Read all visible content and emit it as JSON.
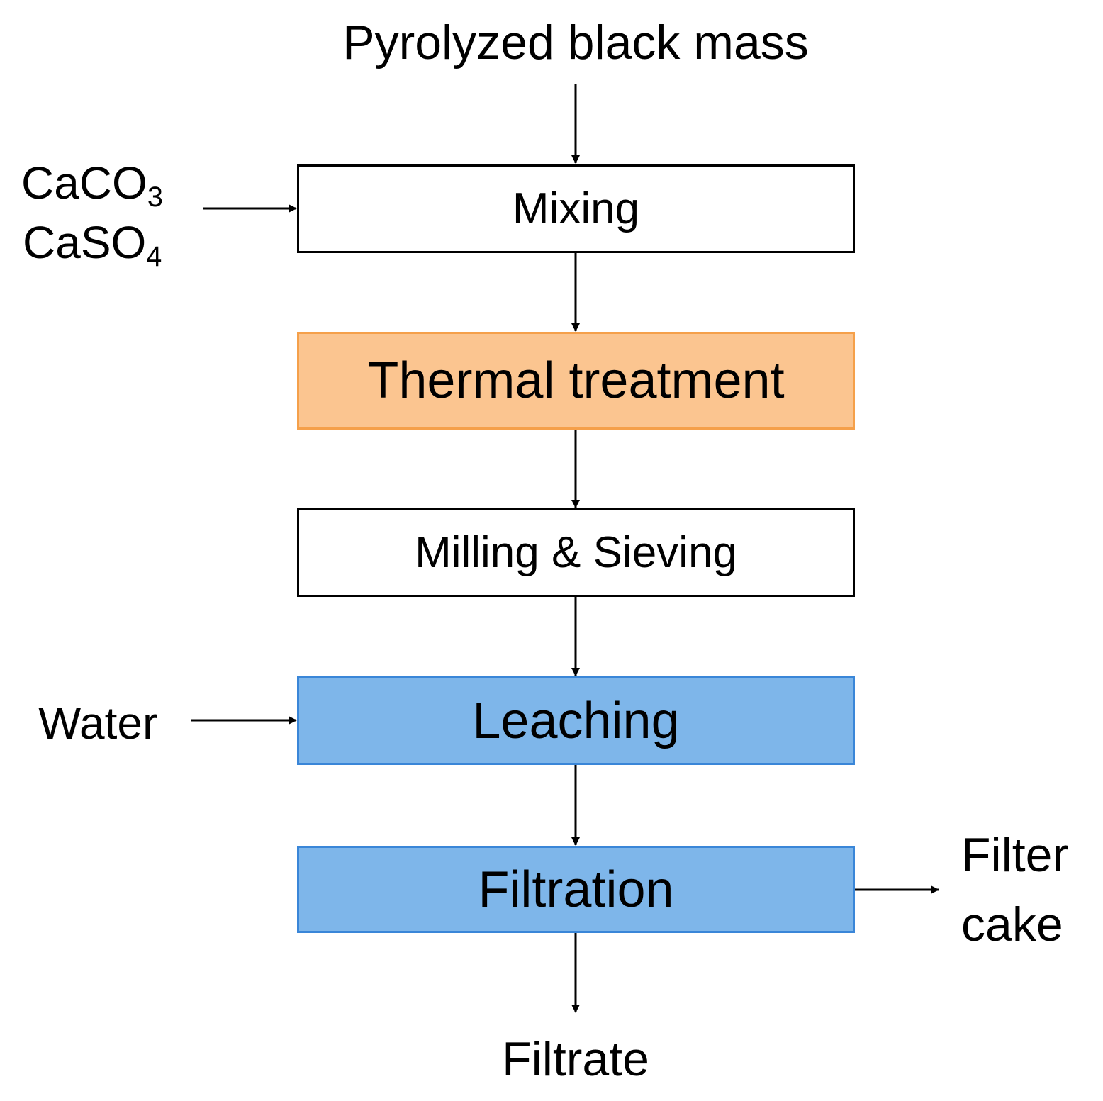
{
  "inputs": {
    "top": "Pyrolyzed black mass",
    "additive_1": {
      "base": "CaCO",
      "sub": "3"
    },
    "additive_2": {
      "base": "CaSO",
      "sub": "4"
    },
    "water": "Water"
  },
  "steps": [
    {
      "label": "Mixing",
      "fill": "#ffffff",
      "border": "#000000"
    },
    {
      "label": "Thermal treatment",
      "fill": "#fbc590",
      "border": "#f5a04a"
    },
    {
      "label": "Milling & Sieving",
      "fill": "#ffffff",
      "border": "#000000"
    },
    {
      "label": "Leaching",
      "fill": "#7eb6ea",
      "border": "#3a86d8"
    },
    {
      "label": "Filtration",
      "fill": "#7eb6ea",
      "border": "#3a86d8"
    }
  ],
  "outputs": {
    "side_line1": "Filter",
    "side_line2": "cake",
    "bottom": "Filtrate"
  }
}
